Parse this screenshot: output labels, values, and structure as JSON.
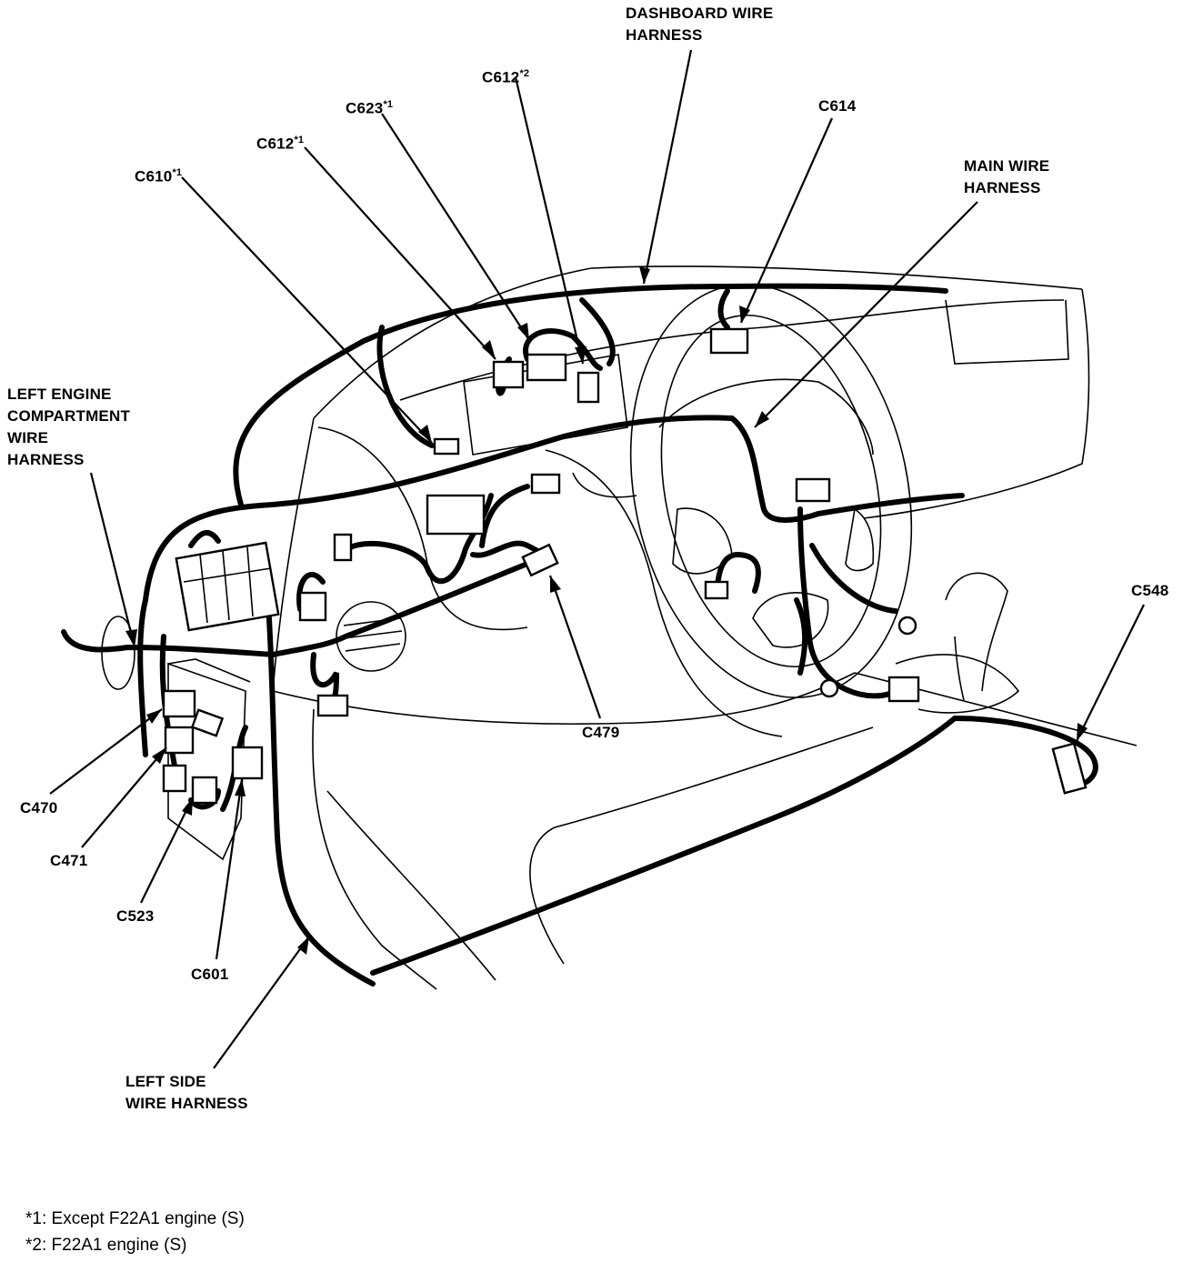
{
  "labels": {
    "dashboard_harness": [
      "DASHBOARD WIRE",
      "HARNESS"
    ],
    "main_harness": [
      "MAIN WIRE",
      "HARNESS"
    ],
    "left_engine_harness": [
      "LEFT ENGINE",
      "COMPARTMENT",
      "WIRE",
      "HARNESS"
    ],
    "left_side_harness": [
      "LEFT SIDE",
      "WIRE HARNESS"
    ],
    "c612_2": {
      "name": "C612",
      "mark": "*2"
    },
    "c623_1": {
      "name": "C623",
      "mark": "*1"
    },
    "c612_1": {
      "name": "C612",
      "mark": "*1"
    },
    "c610_1": {
      "name": "C610",
      "mark": "*1"
    },
    "c614": "C614",
    "c548": "C548",
    "c479": "C479",
    "c470": "C470",
    "c471": "C471",
    "c523": "C523",
    "c601": "C601"
  },
  "footnotes": [
    "*1: Except F22A1 engine (S)",
    "*2: F22A1 engine (S)"
  ]
}
